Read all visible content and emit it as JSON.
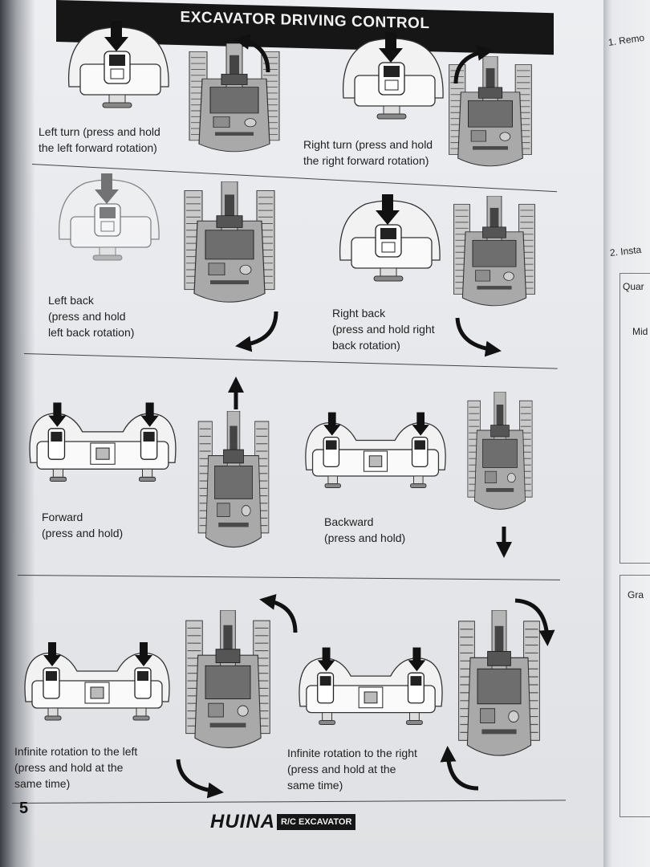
{
  "title": "EXCAVATOR DRIVING CONTROL",
  "captions": {
    "left_turn": "Left turn (press and hold\nthe left forward rotation)",
    "right_turn": "Right turn (press and hold\nthe right forward rotation)",
    "left_back": "Left back\n(press and hold\nleft back rotation)",
    "right_back": "Right back\n(press and hold right\nback rotation)",
    "forward": "Forward\n(press and hold)",
    "backward": "Backward\n(press and hold)",
    "infinite_left": "Infinite rotation to the left\n(press and hold at the\nsame time)",
    "infinite_right": "Infinite rotation to the right\n(press and hold at the\nsame time)"
  },
  "page_number": "5",
  "logo": {
    "brand": "HUINA",
    "tag": "R/C EXCAVATOR"
  },
  "right_page": {
    "step1": "1. Remo",
    "step2": "2. Insta",
    "label_quarter": "Quar",
    "label_mid": "Mid",
    "label_gra": "Gra"
  }
}
